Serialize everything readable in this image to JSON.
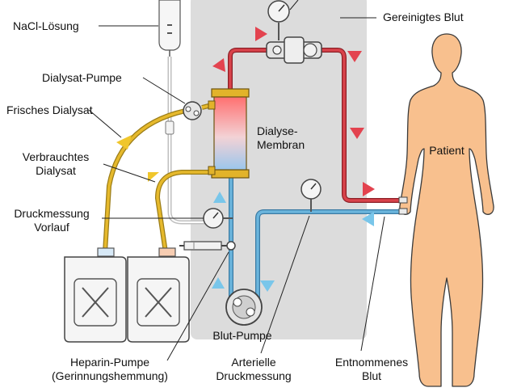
{
  "labels": {
    "nacl": "NaCl-Lösung",
    "dialysate_pump": "Dialysat-Pumpe",
    "fresh_dialysate": "Frisches Dialysat",
    "used_dialysate_1": "Verbrauchtes",
    "used_dialysate_2": "Dialysat",
    "pressure_inflow_1": "Druckmessung",
    "pressure_inflow_2": "Vorlauf",
    "heparin_1": "Heparin-Pumpe",
    "heparin_2": "(Gerinnungshemmung)",
    "blood_pump": "Blut-Pumpe",
    "arterial_1": "Arterielle",
    "arterial_2": "Druckmessung",
    "withdrawn_1": "Entnommenes",
    "withdrawn_2": "Blut",
    "membrane_1": "Dialyse-",
    "membrane_2": "Membran",
    "purified_blood": "Gereinigtes Blut",
    "patient": "Patient"
  },
  "colors": {
    "machine_panel": "#dcdcdc",
    "clean_blood": "#d9434b",
    "withdrawn_blood": "#6bb5dd",
    "dialysate_line": "#e6b92c",
    "canister": "#f5f5f5",
    "patient_skin": "#f8c08e",
    "outline": "#444444"
  }
}
